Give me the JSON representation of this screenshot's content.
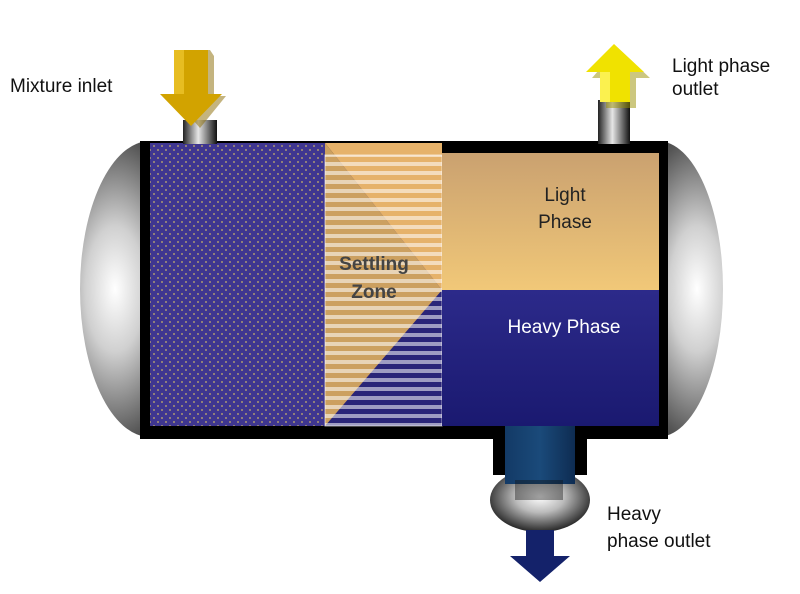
{
  "labels": {
    "mixture_inlet": "Mixture inlet",
    "light_outlet_line1": "Light phase",
    "light_outlet_line2": "outlet",
    "heavy_outlet_line1": "Heavy",
    "heavy_outlet_line2": "phase outlet",
    "light_phase_line1": "Light",
    "light_phase_line2": "Phase",
    "heavy_phase": "Heavy Phase",
    "settling_line1": "Settling",
    "settling_line2": "Zone"
  },
  "colors": {
    "mixture": "#3f3690",
    "light_phase": "#d7ad66",
    "heavy_phase": "#24237f",
    "inlet_arrow": "#d2a300",
    "light_arrow": "#f0e200",
    "heavy_arrow": "#14226a",
    "vessel": "#000000"
  }
}
